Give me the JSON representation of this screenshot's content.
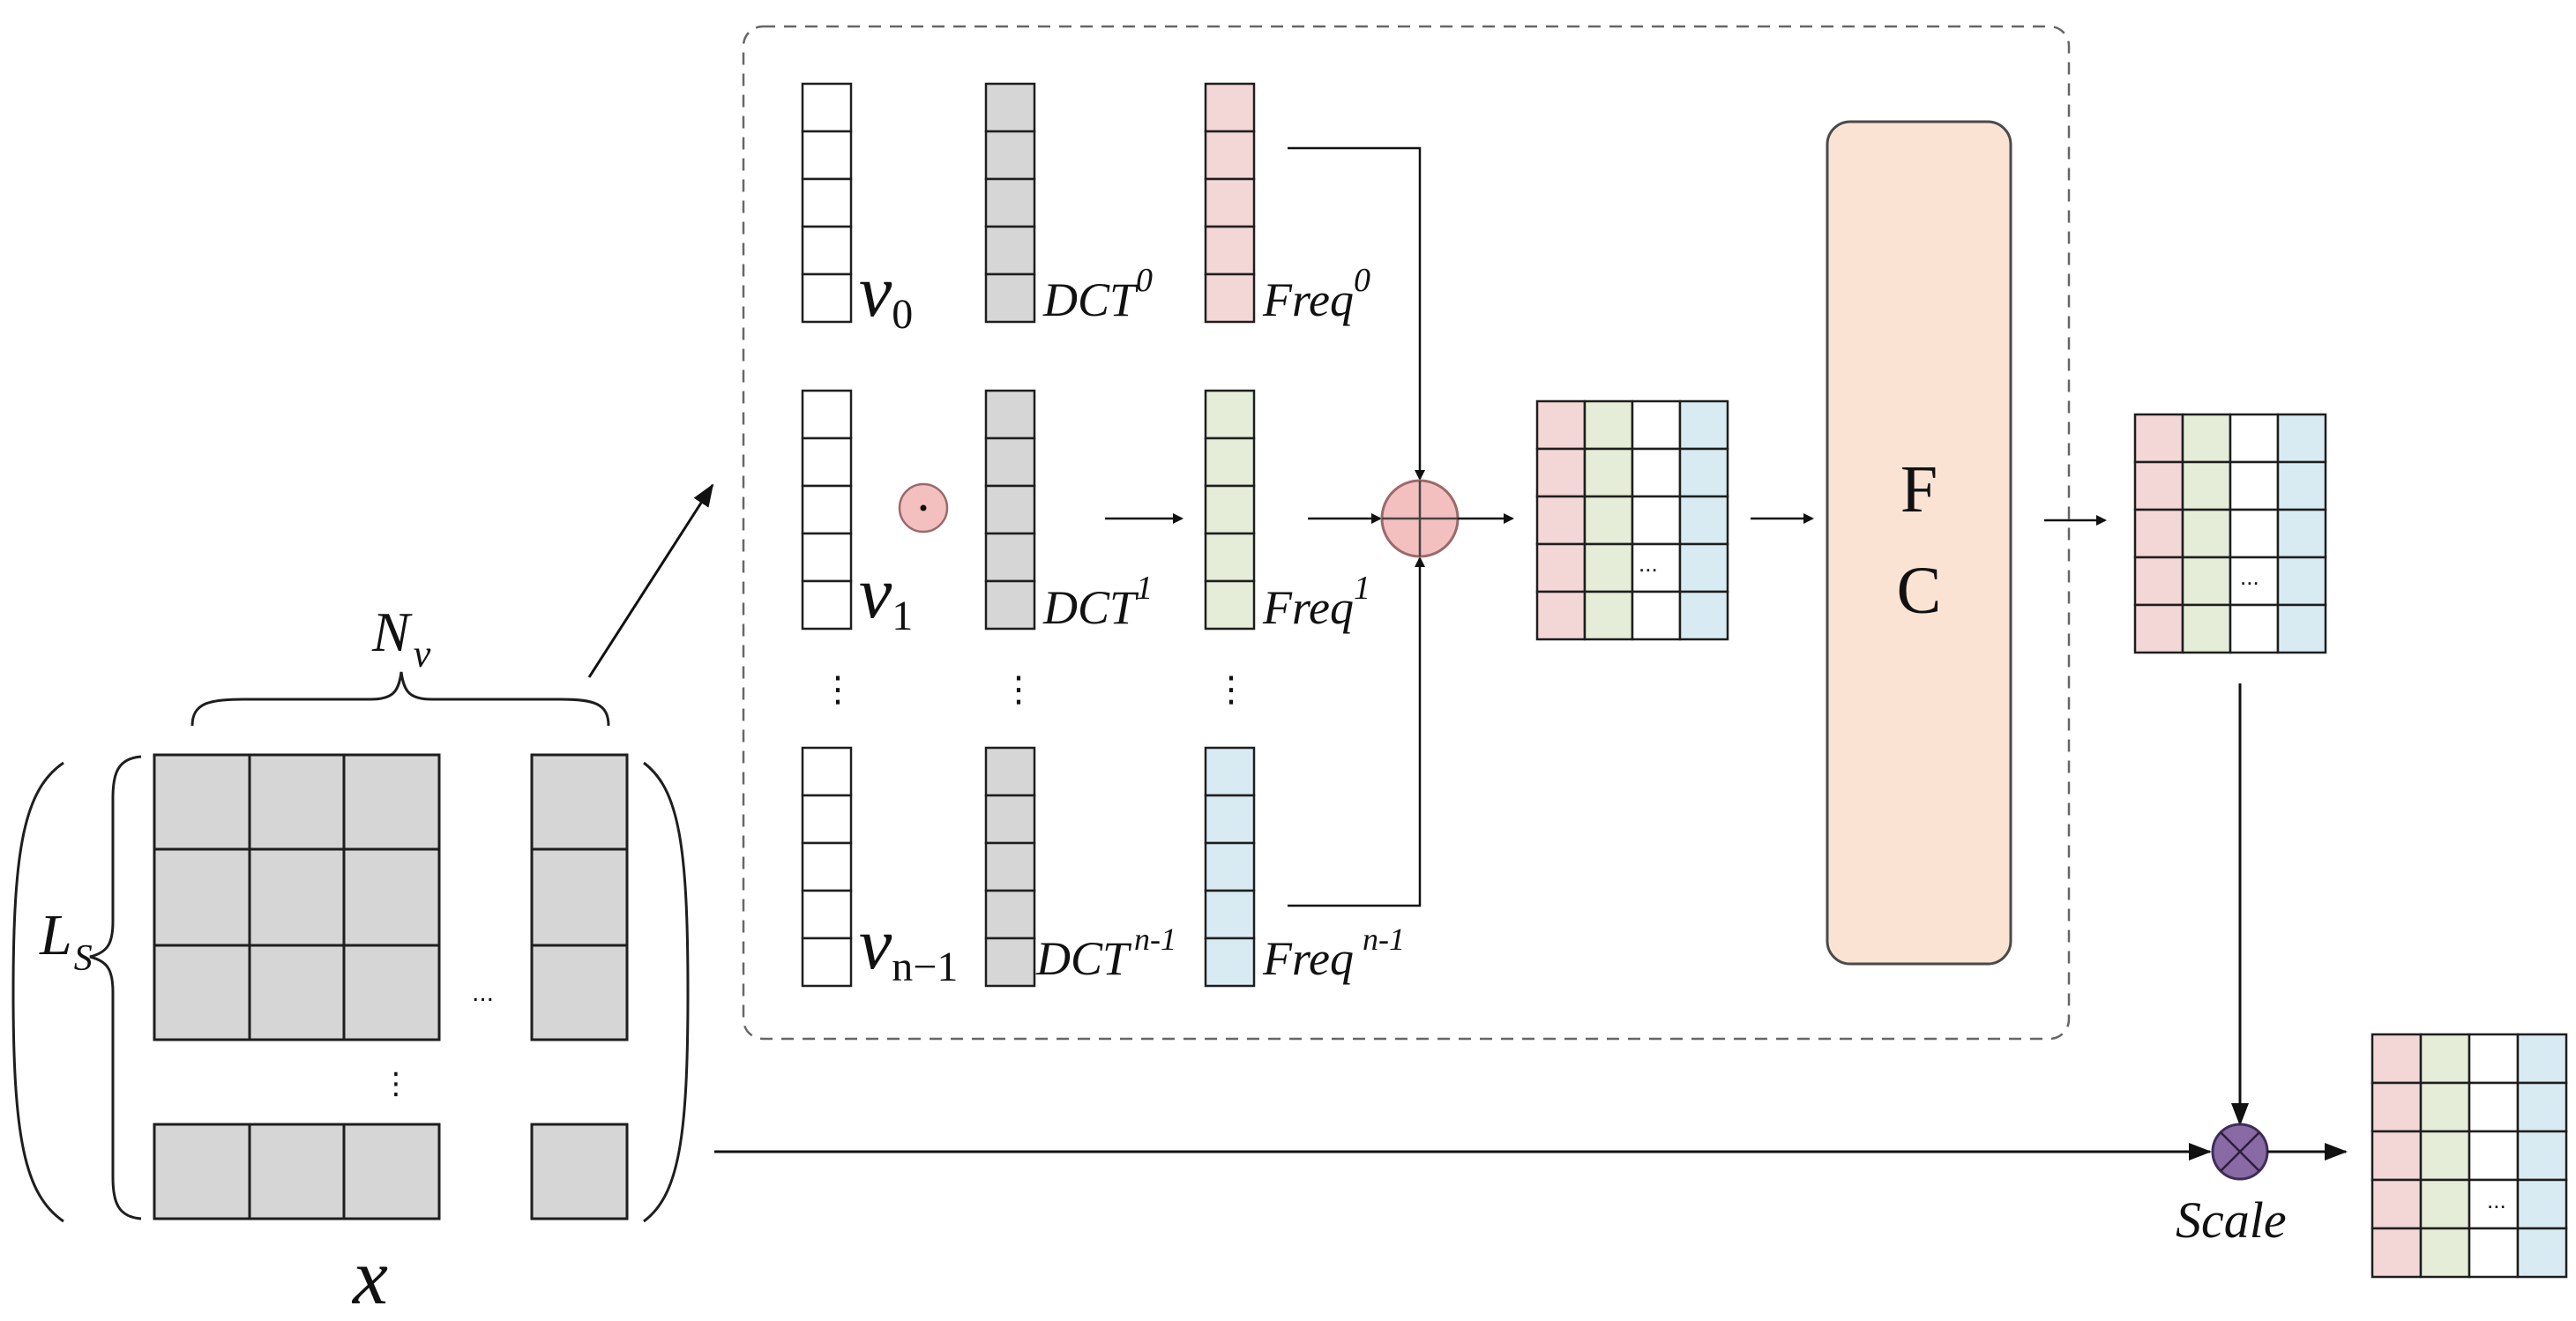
{
  "labels": {
    "input_x": "x",
    "cols_N": "N",
    "cols_N_sub": "v",
    "rows_L": "L",
    "rows_L_sub": "S",
    "v_main": "v",
    "v0_sub": "0",
    "v1_sub": "1",
    "vn_sub": "n−1",
    "dct_main": "DCT",
    "dct0_sup": "0",
    "dct1_sup": "1",
    "dctn_sup": "n-1",
    "freq_main": "Freq",
    "freq0_sup": "0",
    "freq1_sup": "1",
    "freqn_sup": "n-1",
    "fc_line1": "F",
    "fc_line2": "C",
    "scale": "Scale",
    "ellipsis": "...",
    "vdots": "⋮"
  },
  "colors": {
    "pink": "#f3d6d6",
    "green": "#e5ecd8",
    "blue": "#d9ebf2",
    "gray": "#d6d6d6",
    "fc_fill": "#fbe3d4",
    "fc_stroke": "#4a4a4a",
    "sum_fill": "#f3c0bf",
    "mul_fill": "#8a6aa5",
    "border": "#1e1e1e",
    "dashed": "#666666"
  },
  "icons": {
    "hadamard": "circle-dot-icon",
    "sum": "circle-plus-icon",
    "scale": "circle-times-icon"
  }
}
